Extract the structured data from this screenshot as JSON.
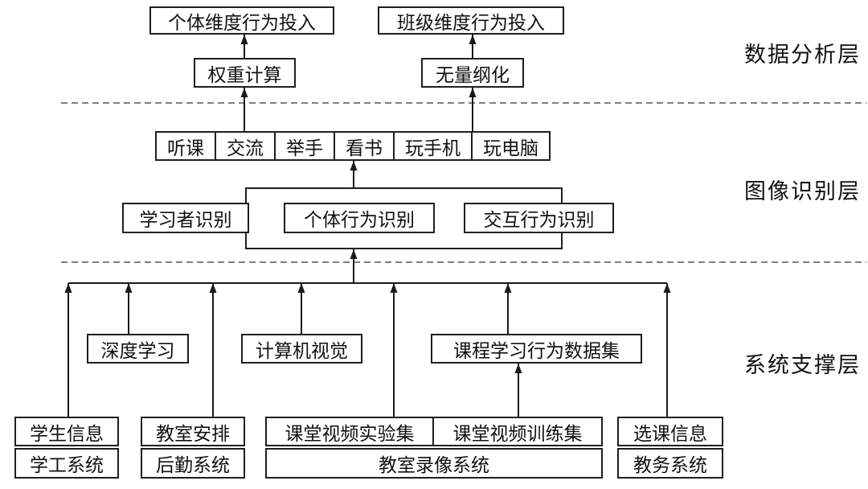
{
  "layers": {
    "data_analysis": "数据分析层",
    "image_recognition": "图像识别层",
    "system_support": "系统支撑层"
  },
  "analysis": {
    "individual_engagement": "个体维度行为投入",
    "class_engagement": "班级维度行为投入",
    "weight_calculation": "权重计算",
    "normalization": "无量纲化"
  },
  "recognition": {
    "behaviors": [
      "听课",
      "交流",
      "举手",
      "看书",
      "玩手机",
      "玩电脑"
    ],
    "learner_recognition": "学习者识别",
    "individual_behavior_recognition": "个体行为识别",
    "interaction_behavior_recognition": "交互行为识别"
  },
  "support": {
    "deep_learning": "深度学习",
    "computer_vision": "计算机视觉",
    "course_behavior_dataset": "课程学习行为数据集",
    "student_info": "学生信息",
    "student_affairs_system": "学工系统",
    "classroom_arrangement": "教室安排",
    "logistics_system": "后勤系统",
    "video_experiment_set": "课堂视频实验集",
    "video_training_set": "课堂视频训练集",
    "classroom_recording_system": "教室录像系统",
    "course_selection_info": "选课信息",
    "academic_affairs_system": "教务系统"
  }
}
